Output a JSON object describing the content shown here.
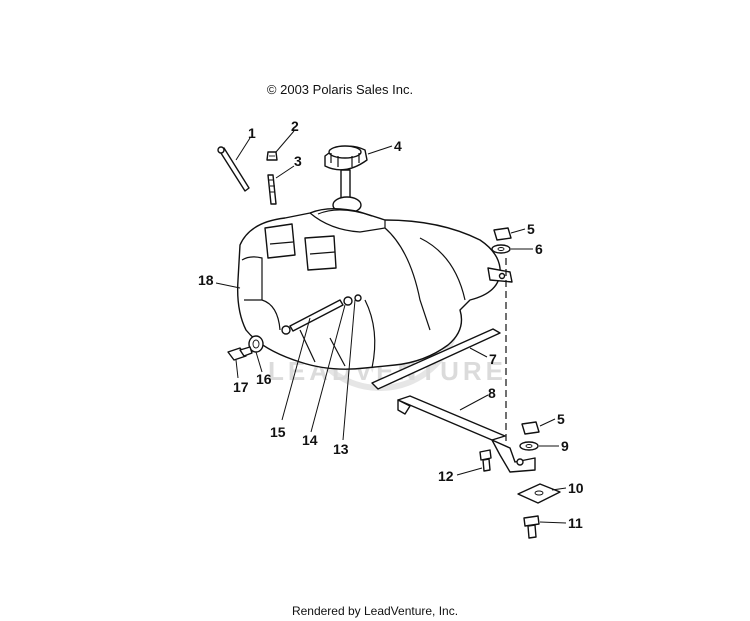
{
  "copyright": "© 2003 Polaris Sales Inc.",
  "footer": "Rendered by LeadVenture, Inc.",
  "watermark": "LEADVENTURE",
  "callouts": {
    "c1": "1",
    "c2": "2",
    "c3": "3",
    "c4": "4",
    "c5a": "5",
    "c5b": "5",
    "c6": "6",
    "c7": "7",
    "c8": "8",
    "c9": "9",
    "c10": "10",
    "c11": "11",
    "c12": "12",
    "c13": "13",
    "c14": "14",
    "c15": "15",
    "c16": "16",
    "c17": "17",
    "c18": "18"
  }
}
